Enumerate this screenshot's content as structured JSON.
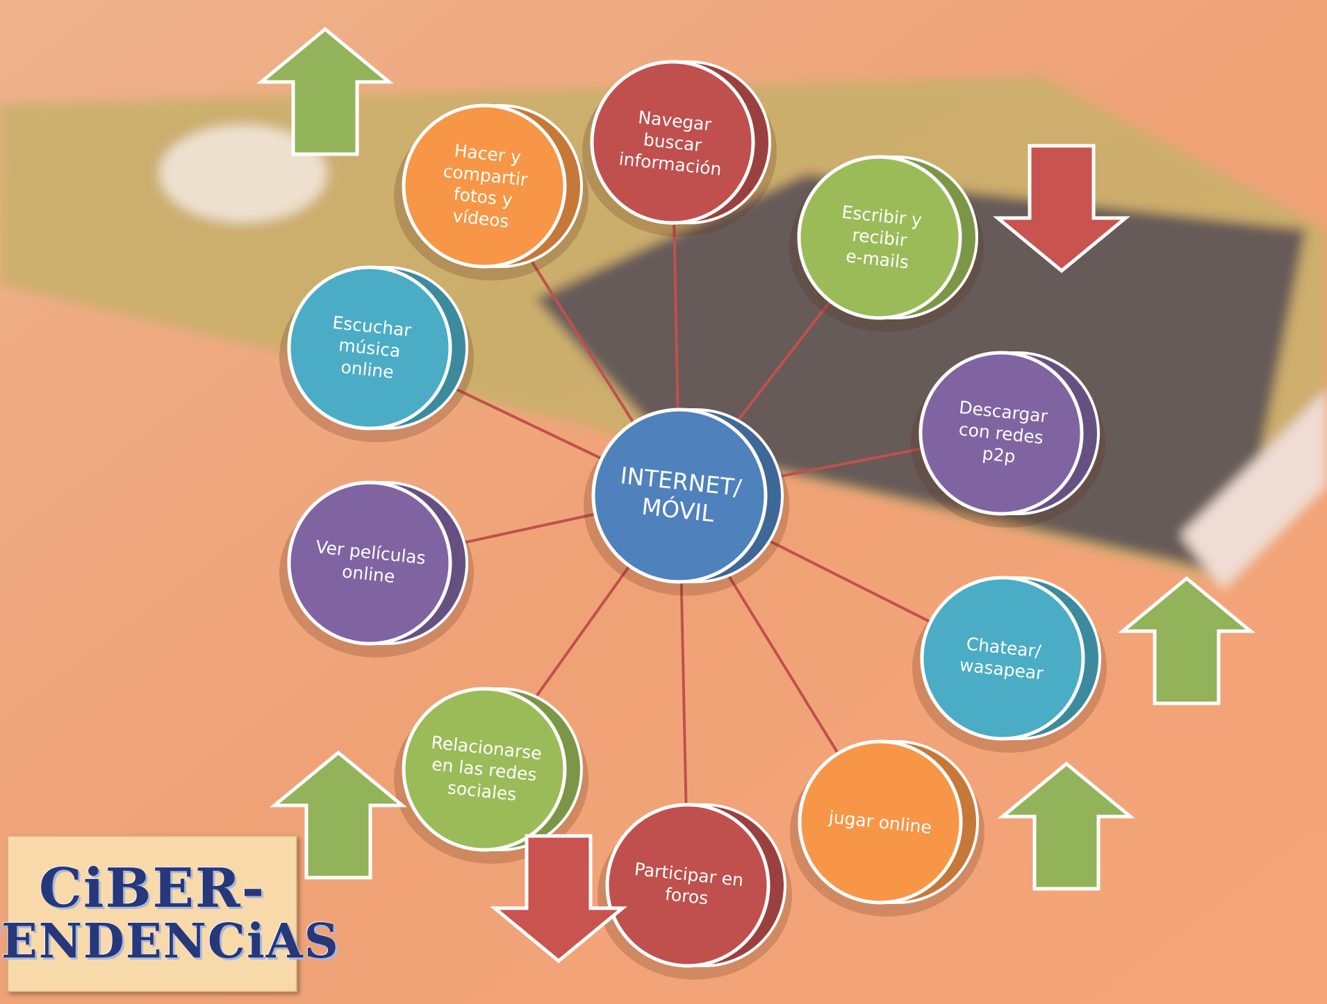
{
  "colors": {
    "background": "#f0a57a",
    "connector": "#c0504d",
    "red": "#c0504d",
    "orange": "#f79646",
    "green": "#9bbb59",
    "purple": "#8064a2",
    "cyan": "#4bacc6",
    "blue": "#4f81bd",
    "arrow_up": "#93b35a",
    "arrow_down": "#c9534f"
  },
  "center": {
    "label_lines": [
      "INTERNET/",
      "MÓVIL"
    ],
    "color": "blue"
  },
  "nodes": [
    {
      "id": "navegar",
      "label_lines": [
        "Navegar",
        "buscar",
        "información"
      ],
      "color": "red"
    },
    {
      "id": "emails",
      "label_lines": [
        "Escribir y",
        "recibir",
        "e-mails"
      ],
      "color": "green"
    },
    {
      "id": "descargar",
      "label_lines": [
        "Descargar",
        "con redes",
        "p2p"
      ],
      "color": "purple"
    },
    {
      "id": "chatear",
      "label_lines": [
        "Chatear/",
        "wasapear"
      ],
      "color": "cyan"
    },
    {
      "id": "jugar",
      "label_lines": [
        "jugar online"
      ],
      "color": "orange"
    },
    {
      "id": "foros",
      "label_lines": [
        "Participar en",
        "foros"
      ],
      "color": "red"
    },
    {
      "id": "redes-sociales",
      "label_lines": [
        "Relacionarse",
        "en las redes",
        "sociales"
      ],
      "color": "green"
    },
    {
      "id": "peliculas",
      "label_lines": [
        "Ver películas",
        "online"
      ],
      "color": "purple"
    },
    {
      "id": "musica",
      "label_lines": [
        "Escuchar",
        "música",
        "online"
      ],
      "color": "cyan"
    },
    {
      "id": "fotos",
      "label_lines": [
        "Hacer y",
        "compartir",
        "fotos y",
        "vídeos"
      ],
      "color": "orange"
    }
  ],
  "trends": [
    {
      "node": "fotos",
      "direction": "up"
    },
    {
      "node": "emails",
      "direction": "down"
    },
    {
      "node": "chatear",
      "direction": "up"
    },
    {
      "node": "jugar",
      "direction": "up"
    },
    {
      "node": "redes-sociales",
      "direction": "up"
    },
    {
      "node": "foros",
      "direction": "down"
    }
  ],
  "logo": {
    "line1": "CiBER-",
    "line2": "TENDENCiAS"
  }
}
